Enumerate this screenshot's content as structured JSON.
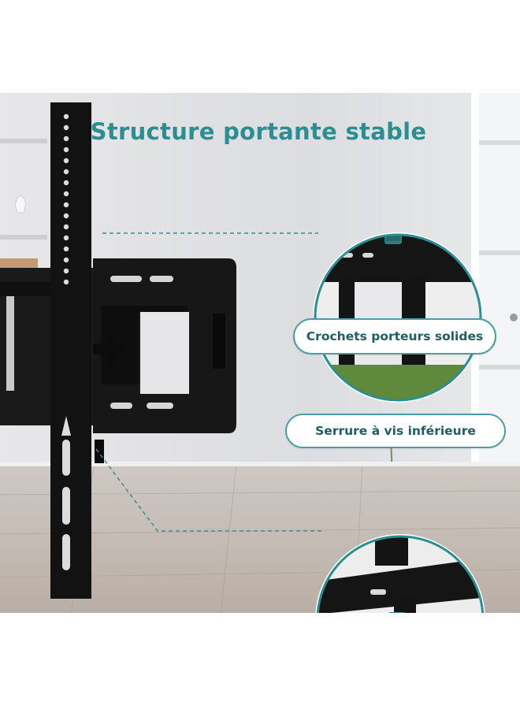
{
  "title": "Structure portante stable",
  "callouts": [
    {
      "label": "Crochets porteurs solides"
    },
    {
      "label": "Serrure à vis inférieure"
    }
  ],
  "colors": {
    "accent": "#2b8f92",
    "callout_border": "#4a9ea0",
    "clip": "#2a7f80",
    "bracket": "#141414"
  },
  "icons": [
    "tilt-knob",
    "wall-plate-slot",
    "safety-clip"
  ]
}
